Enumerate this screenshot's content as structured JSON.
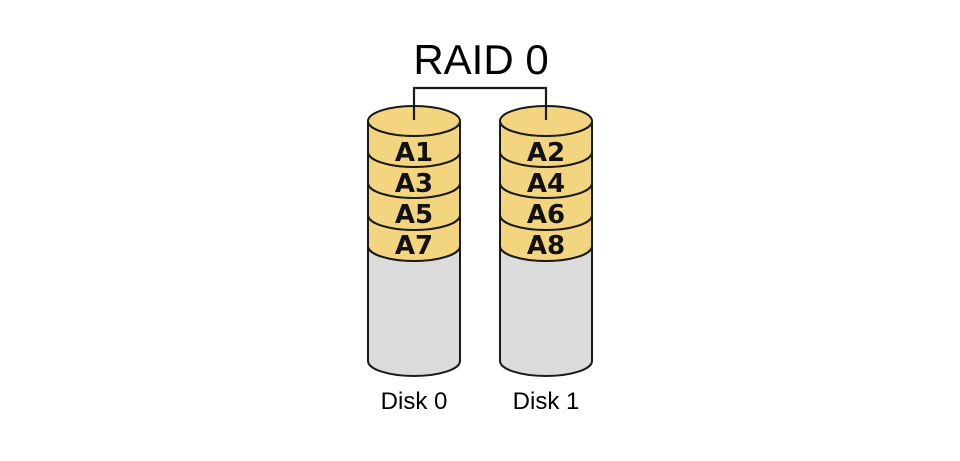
{
  "title": "RAID 0",
  "colors": {
    "platter_fill": "#F2D57E",
    "disk_body_fill": "#DBDBDB",
    "outline": "#1A1A1A",
    "background": "#FFFFFF"
  },
  "disks": [
    {
      "label": "Disk 0",
      "blocks": [
        "A1",
        "A3",
        "A5",
        "A7"
      ]
    },
    {
      "label": "Disk 1",
      "blocks": [
        "A2",
        "A4",
        "A6",
        "A8"
      ]
    }
  ]
}
